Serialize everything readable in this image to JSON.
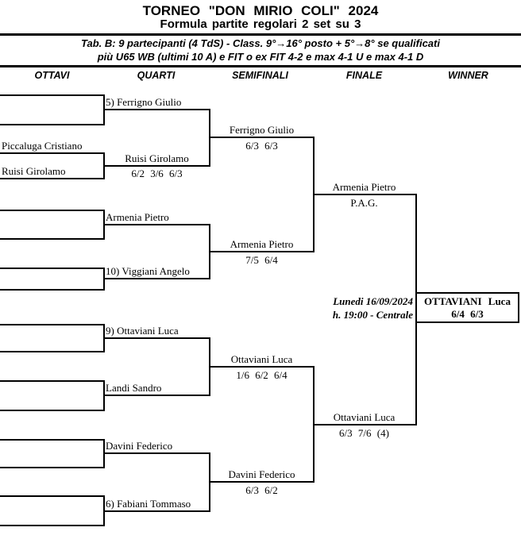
{
  "header": {
    "title": "TORNEO \"DON MIRIO COLI\" 2024",
    "subtitle": "Formula partite regolari 2 set su 3",
    "info_line1": "Tab. B: 9 partecipanti (4 TdS) - Class. 9°→16° posto + 5°→8° se qualificati",
    "info_line2": "più U65 WB (ultimi 10 A) e FIT o ex FIT 4-2 e max 4-1 U e max 4-1 D"
  },
  "columns": [
    {
      "label": "OTTAVI"
    },
    {
      "label": "QUARTI"
    },
    {
      "label": "SEMIFINALI"
    },
    {
      "label": "FINALE"
    },
    {
      "label": "WINNER"
    }
  ],
  "rounds": {
    "ottavi": [
      {
        "name": "Piccaluga Cristiano"
      },
      {
        "name": "Ruisi Girolamo"
      }
    ],
    "quarti": [
      {
        "name": "5) Ferrigno Giulio"
      },
      {
        "name": "Ruisi Girolamo",
        "score": "6/2 3/6 6/3"
      },
      {
        "name": "Armenia Pietro"
      },
      {
        "name": "10) Viggiani Angelo"
      },
      {
        "name": "9) Ottaviani Luca"
      },
      {
        "name": "Landi Sandro"
      },
      {
        "name": "Davini Federico"
      },
      {
        "name": "6) Fabiani Tommaso"
      }
    ],
    "semifinali": [
      {
        "name": "Ferrigno Giulio",
        "score": "6/3 6/3"
      },
      {
        "name": "Armenia Pietro",
        "score": "7/5 6/4"
      },
      {
        "name": "Ottaviani Luca",
        "score": "1/6 6/2 6/4"
      },
      {
        "name": "Davini Federico",
        "score": "6/3 6/2"
      }
    ],
    "finale": [
      {
        "name": "Armenia Pietro",
        "score": "P.A.G."
      },
      {
        "name": "Ottaviani Luca",
        "score": "6/3 7/6 (4)"
      }
    ],
    "winner": {
      "name": "OTTAVIANI Luca",
      "score": "6/4 6/3"
    }
  },
  "final_match_info": {
    "date": "Lunedi 16/09/2024",
    "time_court": "h. 19:00 - Centrale"
  },
  "colors": {
    "background": "#ffffff",
    "text": "#000000",
    "line": "#000000"
  }
}
